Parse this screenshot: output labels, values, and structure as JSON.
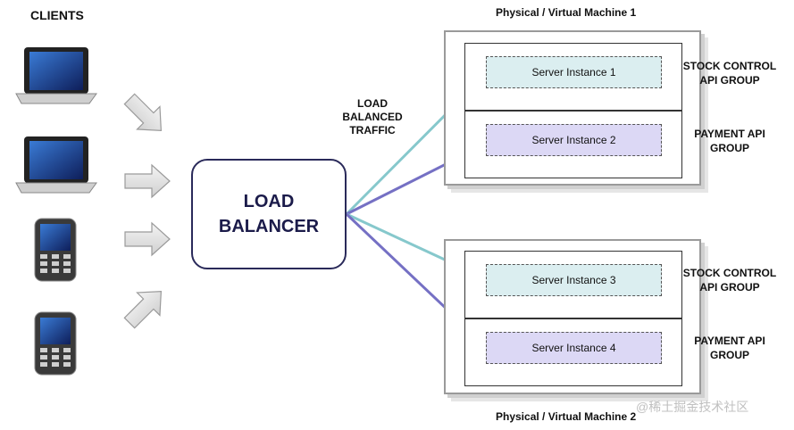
{
  "clients_title": "CLIENTS",
  "load_balancer_label": "LOAD\nBALANCER",
  "traffic_label": "LOAD\nBALANCED\nTRAFFIC",
  "machines": [
    {
      "title": "Physical / Virtual Machine 1",
      "groups": [
        {
          "server": "Server Instance 1",
          "label": "STOCK CONTROL\nAPI GROUP",
          "fill": "#dbeef0"
        },
        {
          "server": "Server Instance 2",
          "label": "PAYMENT API\nGROUP",
          "fill": "#dcd8f5"
        }
      ]
    },
    {
      "title": "Physical / Virtual Machine 2",
      "groups": [
        {
          "server": "Server Instance 3",
          "label": "STOCK CONTROL\nAPI GROUP",
          "fill": "#dbeef0"
        },
        {
          "server": "Server Instance 4",
          "label": "PAYMENT API\nGROUP",
          "fill": "#dcd8f5"
        }
      ]
    }
  ],
  "clients": [
    {
      "icon": "laptop-icon"
    },
    {
      "icon": "laptop-icon"
    },
    {
      "icon": "mobile-phone-icon"
    },
    {
      "icon": "mobile-phone-icon"
    }
  ],
  "colors": {
    "teal_arrow": "#86c8cc",
    "purple_arrow": "#7570c4",
    "lb_border": "#2a2a5a"
  },
  "watermark": "@稀土掘金技术社区"
}
